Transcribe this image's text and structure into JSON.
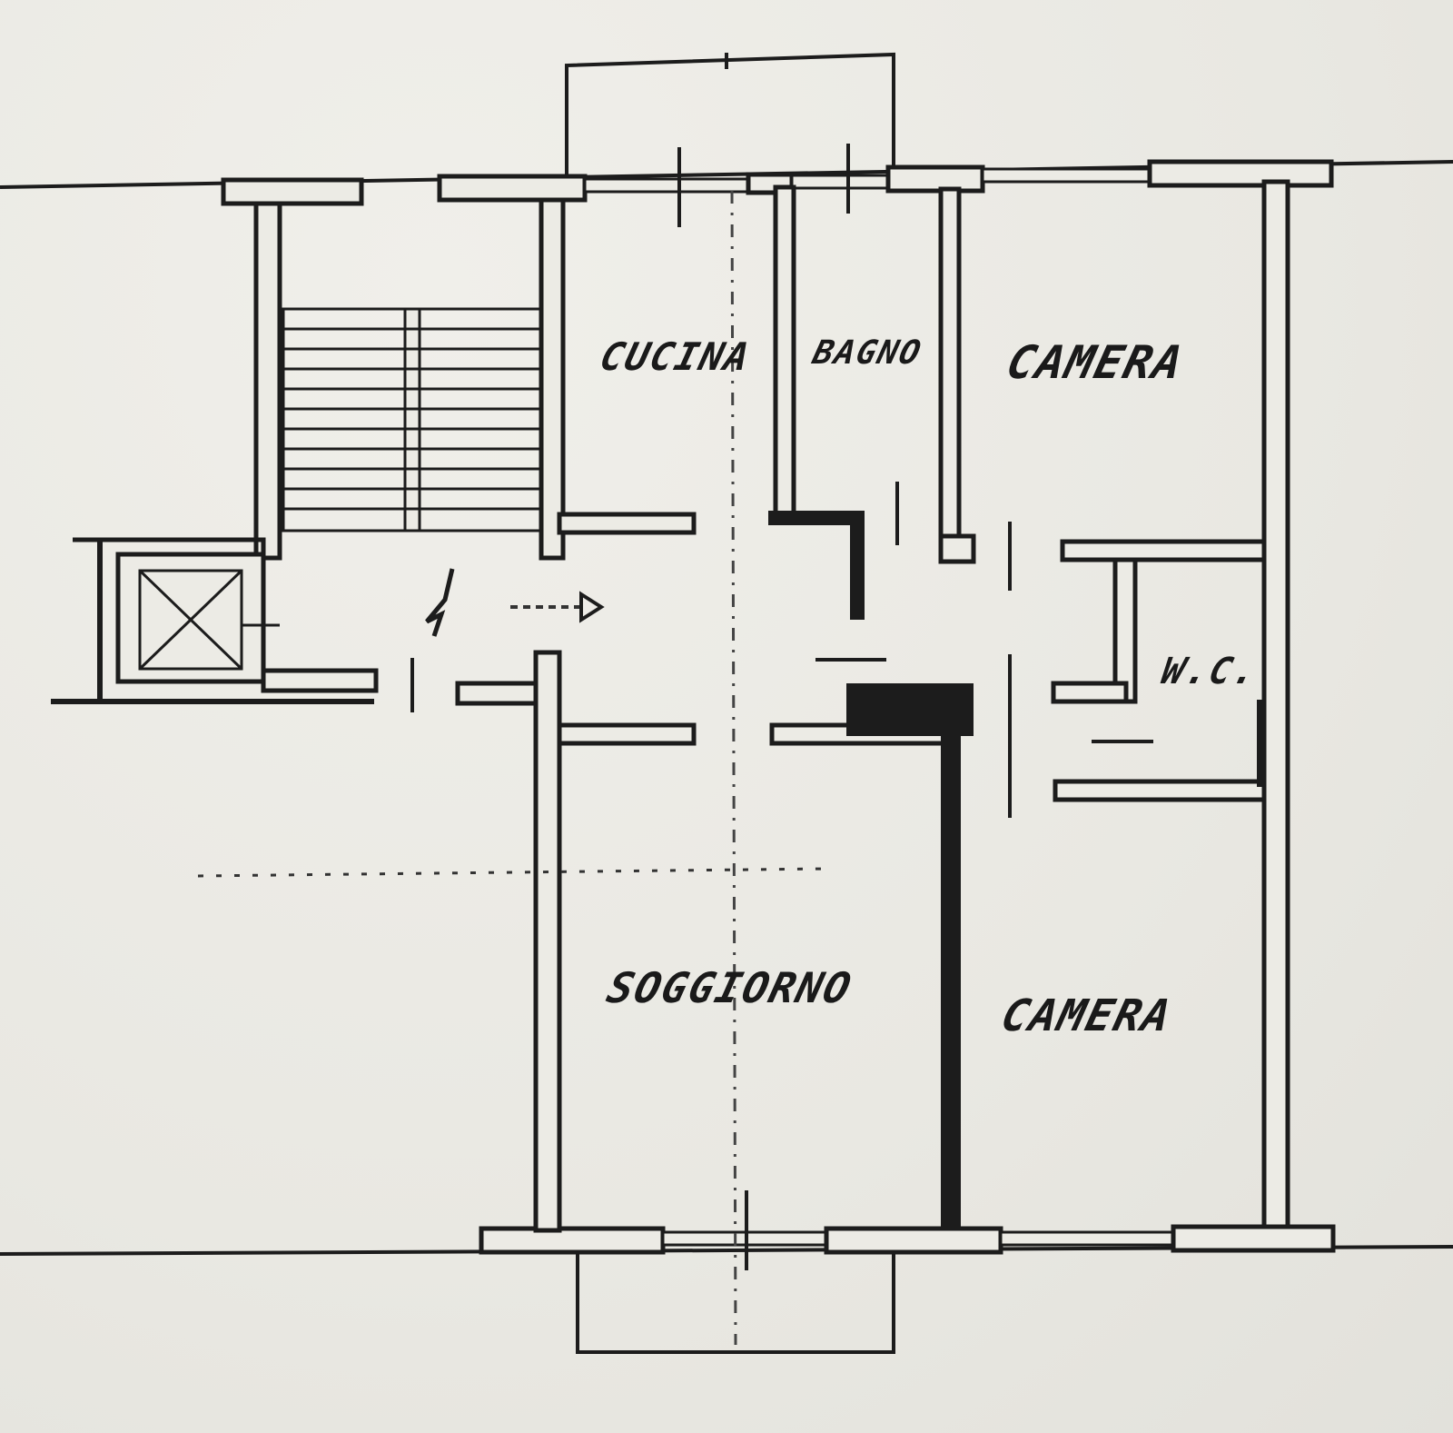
{
  "rooms": {
    "cucina": "CUCINA",
    "bagno": "BAGNO",
    "camera_top": "CAMERA",
    "wc": "W.C.",
    "soggiorno": "SOGGIORNO",
    "camera_bottom": "CAMERA"
  },
  "icons": {
    "entrance": "entrance-arrow-icon",
    "lift": "lift-icon",
    "stairs": "stairs-icon"
  },
  "colors": {
    "ink": "#1c1c1c",
    "paper": "#ecebe5"
  }
}
